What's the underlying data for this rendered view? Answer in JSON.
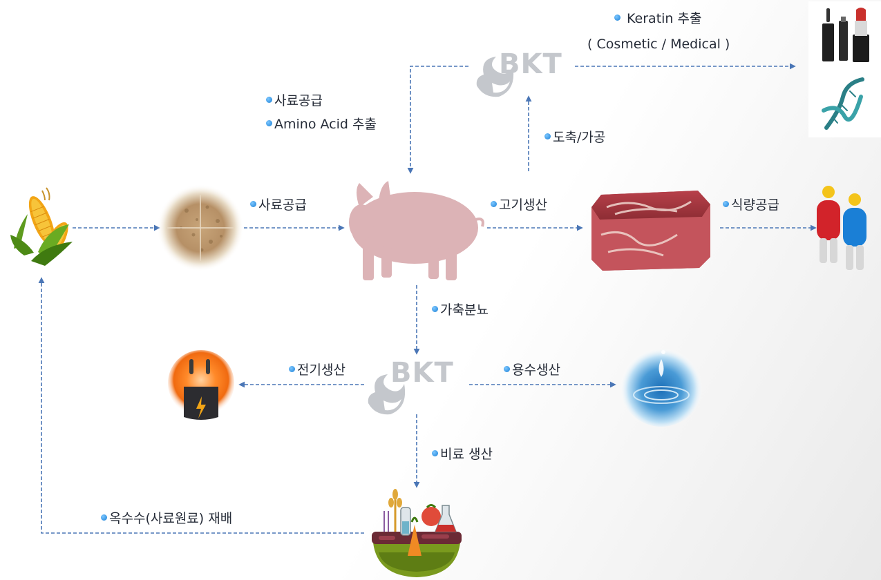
{
  "labels": {
    "keratin_extract": "Keratin 추출",
    "keratin_use": "( Cosmetic / Medical )",
    "feed_supply_top": "사료공급",
    "amino_acid_extract": "Amino Acid 추출",
    "slaughter_processing": "도축/가공",
    "feed_supply_mid": "사료공급",
    "meat_production": "고기생산",
    "food_supply": "식량공급",
    "livestock_manure": "가축분뇨",
    "electricity_production": "전기생산",
    "water_production": "용수생산",
    "fertilizer_production": "비료 생산",
    "corn_cultivation": "옥수수(사료원료) 재배"
  },
  "logo": {
    "text": "BKT"
  },
  "colors": {
    "arrow": "#4a76b6",
    "bullet": "#1a7fd6",
    "text": "#262c38",
    "logo": "#c4c7cc",
    "pig": "#dcb3b6"
  },
  "icons": [
    "corn-icon",
    "feed-grain-icon",
    "pig-icon",
    "meat-icon",
    "people-icon",
    "cosmetics-icon",
    "dna-icon",
    "power-plug-icon",
    "water-drop-icon",
    "farm-lab-icon"
  ]
}
